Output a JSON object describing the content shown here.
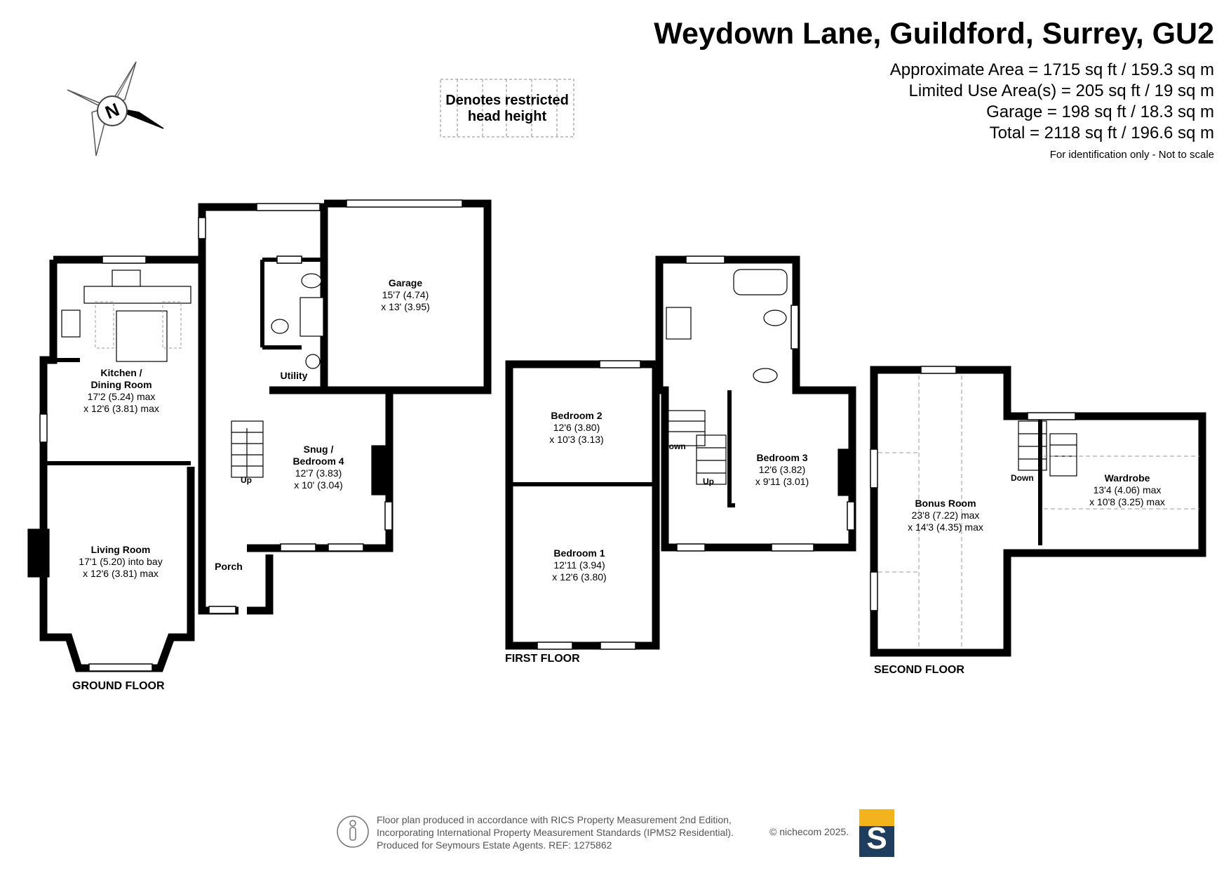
{
  "header": {
    "title": "Weydown Lane, Guildford, Surrey, GU2",
    "areas": [
      "Approximate Area = 1715 sq ft / 159.3 sq m",
      "Limited Use Area(s) = 205 sq ft / 19 sq m",
      "Garage = 198 sq ft / 18.3 sq m",
      "Total = 2118 sq ft / 196.6 sq m"
    ],
    "note": "For identification only - Not to scale"
  },
  "legend": {
    "line1": "Denotes restricted",
    "line2": "head height"
  },
  "compass": {
    "letter": "N",
    "icon": "compass-rose-icon"
  },
  "floors": {
    "ground": "GROUND FLOOR",
    "first": "FIRST FLOOR",
    "second": "SECOND FLOOR"
  },
  "rooms": {
    "kitchen": {
      "name1": "Kitchen /",
      "name2": "Dining Room",
      "dim1": "17'2 (5.24) max",
      "dim2": "x 12'6 (3.81) max"
    },
    "living": {
      "name": "Living Room",
      "dim1": "17'1 (5.20) into bay",
      "dim2": "x 12'6 (3.81) max"
    },
    "garage": {
      "name": "Garage",
      "dim1": "15'7 (4.74)",
      "dim2": "x 13' (3.95)"
    },
    "utility": {
      "name": "Utility"
    },
    "snug": {
      "name1": "Snug /",
      "name2": "Bedroom 4",
      "dim1": "12'7 (3.83)",
      "dim2": "x 10' (3.04)"
    },
    "porch": {
      "name": "Porch"
    },
    "bedroom2": {
      "name": "Bedroom 2",
      "dim1": "12'6 (3.80)",
      "dim2": "x 10'3 (3.13)"
    },
    "bedroom1": {
      "name": "Bedroom 1",
      "dim1": "12'11 (3.94)",
      "dim2": "x 12'6 (3.80)"
    },
    "bedroom3": {
      "name": "Bedroom 3",
      "dim1": "12'6 (3.82)",
      "dim2": "x 9'11 (3.01)"
    },
    "bonus": {
      "name": "Bonus Room",
      "dim1": "23'8 (7.22) max",
      "dim2": "x 14'3 (4.35) max"
    },
    "wardrobe": {
      "name": "Wardrobe",
      "dim1": "13'4 (4.06) max",
      "dim2": "x 10'8 (3.25) max"
    }
  },
  "stairs": {
    "up": "Up",
    "down": "Down"
  },
  "footer": {
    "line1": "Floor plan produced in accordance with RICS Property Measurement 2nd Edition,",
    "line2": "Incorporating International Property Measurement Standards (IPMS2 Residential).",
    "line3": "Produced for Seymours Estate Agents.   REF: 1275862",
    "brand": "© nichecom 2025.",
    "logo_letter": "S",
    "logo_colors": {
      "top": "#f2b31c",
      "bottom": "#1f3d5c"
    }
  }
}
